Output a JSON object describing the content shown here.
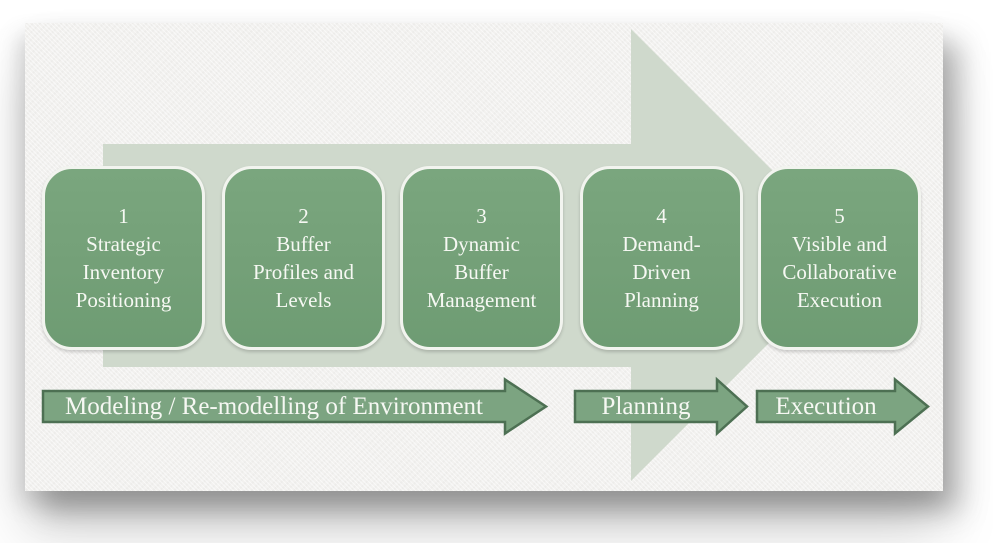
{
  "colors": {
    "page-bg": "#ffffff",
    "card-bg": "#f2f1ef",
    "big-arrow": "#cfd9cc",
    "box-fill": "#74a078",
    "box-border": "#f2f4ef",
    "box-text": "#f6f8f3",
    "phase-fill": "#7ca481",
    "phase-stroke": "#4d7053",
    "phase-text": "#f6f8f3"
  },
  "diagram": {
    "steps": [
      {
        "number": "1",
        "lines": [
          "Strategic",
          "Inventory",
          "Positioning"
        ]
      },
      {
        "number": "2",
        "lines": [
          "Buffer",
          "Profiles and",
          "Levels"
        ]
      },
      {
        "number": "3",
        "lines": [
          "Dynamic",
          "Buffer",
          "Management"
        ]
      },
      {
        "number": "4",
        "lines": [
          "Demand-",
          "Driven",
          "Planning"
        ]
      },
      {
        "number": "5",
        "lines": [
          "Visible and",
          "Collaborative",
          "Execution"
        ]
      }
    ],
    "phases": [
      {
        "label": "Modeling / Re-modelling of Environment"
      },
      {
        "label": "Planning"
      },
      {
        "label": "Execution"
      }
    ]
  }
}
